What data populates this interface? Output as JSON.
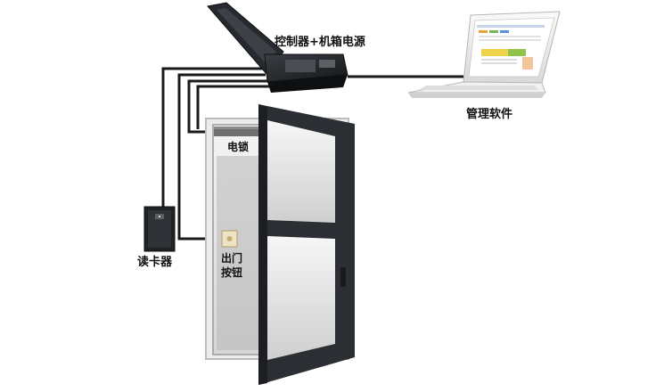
{
  "labels": {
    "controller": "控制器+机箱电源",
    "software": "管理软件",
    "electric_lock": "电锁",
    "card_reader": "读卡器",
    "exit_button_line1": "出门",
    "exit_button_line2": "按钮"
  },
  "colors": {
    "wire": "#1a1a1a",
    "door_frame": "#2b2e33",
    "wall": "#e9e9e9",
    "background": "#ffffff"
  }
}
